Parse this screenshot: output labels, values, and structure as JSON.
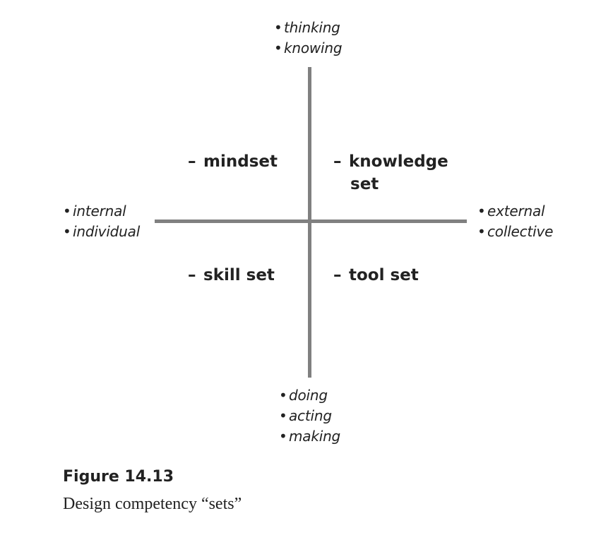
{
  "poles": {
    "top": [
      "thinking",
      "knowing"
    ],
    "left": [
      "internal",
      "individual"
    ],
    "right": [
      "external",
      "collective"
    ],
    "bottom": [
      "doing",
      "acting",
      "making"
    ]
  },
  "quadrants": {
    "top_left": "mindset",
    "top_right_line1": "knowledge",
    "top_right_line2": "set",
    "bottom_left": "skill set",
    "bottom_right": "tool set",
    "dash": "–"
  },
  "figure": {
    "label": "Figure 14.13",
    "caption": "Design competency “sets”"
  },
  "colors": {
    "axis": "#808080",
    "text": "#222222"
  }
}
